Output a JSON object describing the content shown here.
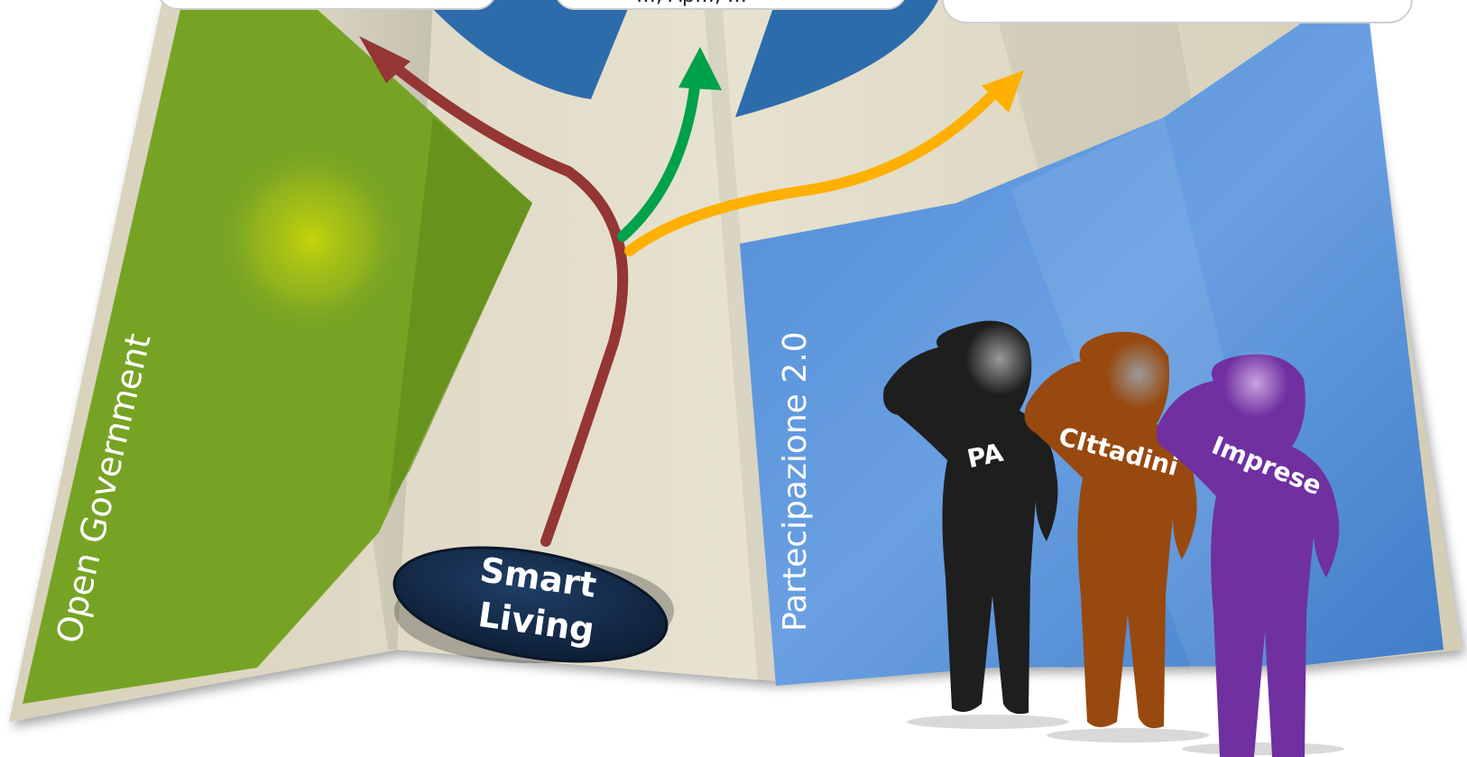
{
  "regions": {
    "green_region_label": "Open  Government",
    "blue_region_label": "Partecipazione 2.0"
  },
  "origin": {
    "line1": "Smart",
    "line2": "Living"
  },
  "callouts": {
    "middle_partial_text": "…, Ap…, …"
  },
  "people": [
    {
      "label": "PA",
      "color": "#1e1e1e"
    },
    {
      "label": "CIttadini",
      "color": "#98490f"
    },
    {
      "label": "Imprese",
      "color": "#7030a0"
    }
  ],
  "arrows": [
    {
      "color": "#943634",
      "target": "left-callout"
    },
    {
      "color": "#00a14b",
      "target": "middle-callout"
    },
    {
      "color": "#ffb000",
      "target": "right-callout"
    }
  ],
  "colors": {
    "map_paper": "#e1dcc8",
    "green_region": "#77a324",
    "blue_region": "#4d88d2",
    "water": "#2e6fae",
    "oval": "#10253f"
  }
}
